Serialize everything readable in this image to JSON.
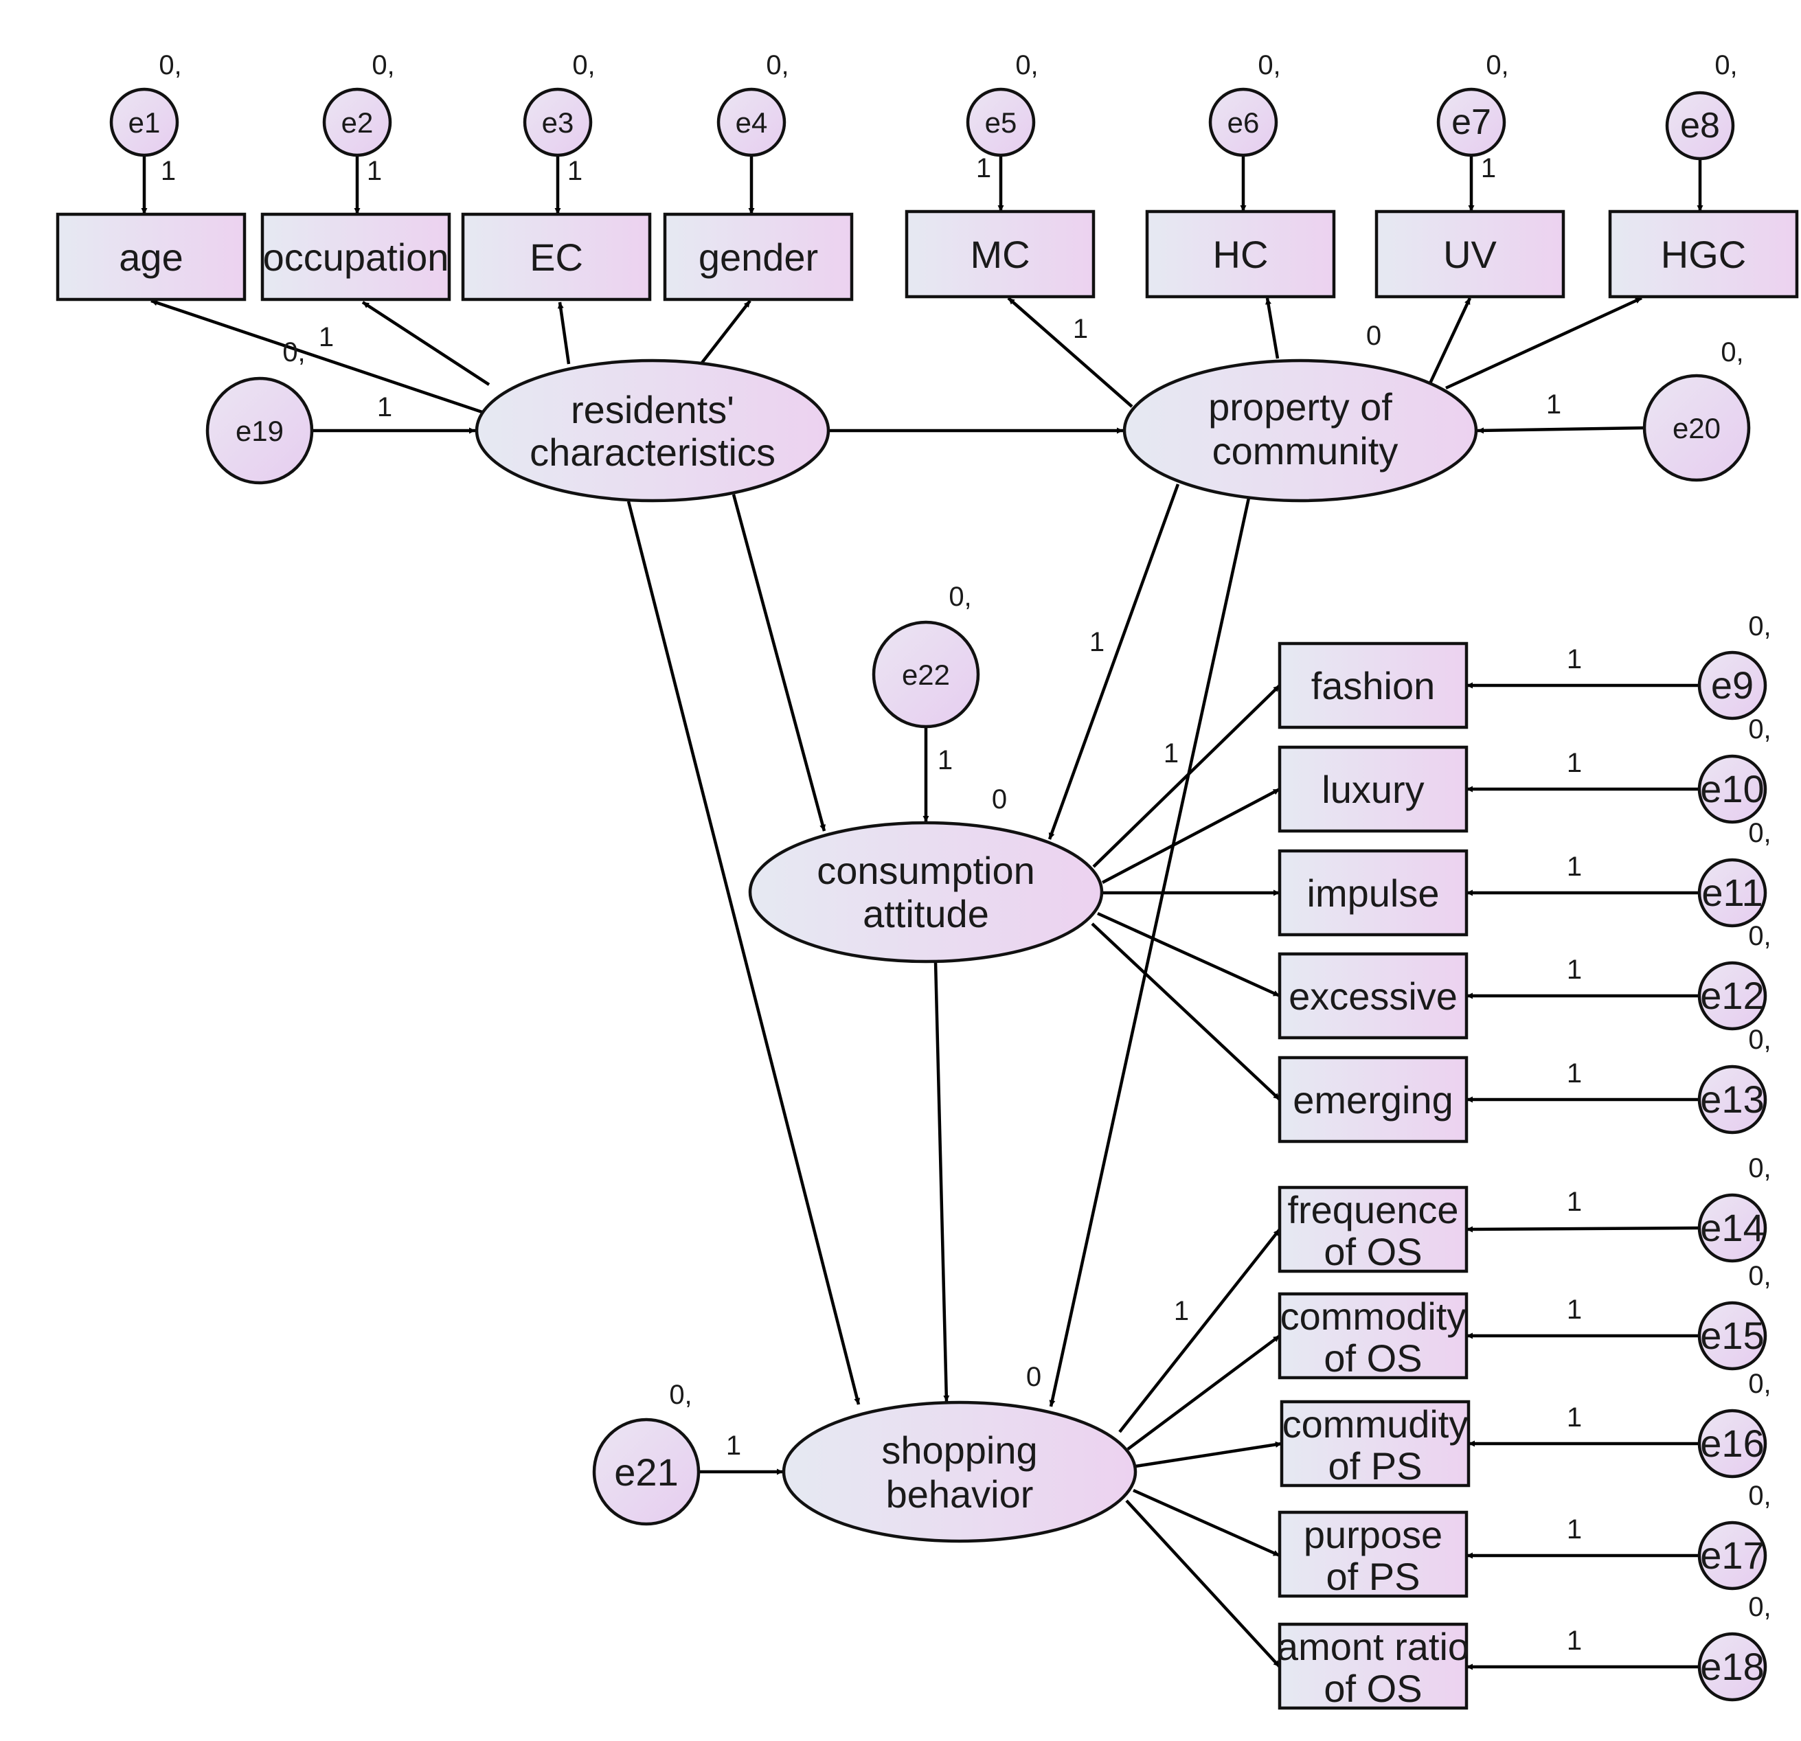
{
  "observed": {
    "age": [
      "age"
    ],
    "occupation": [
      "occupation"
    ],
    "EC": [
      "EC"
    ],
    "gender": [
      "gender"
    ],
    "MC": [
      "MC"
    ],
    "HC": [
      "HC"
    ],
    "UV": [
      "UV"
    ],
    "HGC": [
      "HGC"
    ],
    "fashion": [
      "fashion"
    ],
    "luxury": [
      "luxury"
    ],
    "impulse": [
      "impulse"
    ],
    "excessive": [
      "excessive"
    ],
    "emerging": [
      "emerging"
    ],
    "freqOS": [
      "frequence",
      "of OS"
    ],
    "commOS": [
      "commodity",
      "of OS"
    ],
    "commPS": [
      "commudity",
      "of PS"
    ],
    "purpPS": [
      "purpose",
      "of PS"
    ],
    "amontOS": [
      "amont ratio",
      "of OS"
    ]
  },
  "latent": {
    "residents": [
      "residents'",
      "characteristics"
    ],
    "property": [
      "property of",
      "community"
    ],
    "consumption": [
      "consumption",
      "attitude"
    ],
    "shopping": [
      "shopping",
      "behavior"
    ]
  },
  "errors": {
    "e1": "e1",
    "e2": "e2",
    "e3": "e3",
    "e4": "e4",
    "e5": "e5",
    "e6": "e6",
    "e7": "e7",
    "e8": "e8",
    "e9": "e9",
    "e10": "e10",
    "e11": "e11",
    "e12": "e12",
    "e13": "e13",
    "e14": "e14",
    "e15": "e15",
    "e16": "e16",
    "e17": "e17",
    "e18": "e18",
    "e19": "e19",
    "e20": "e20",
    "e21": "e21",
    "e22": "e22"
  },
  "numbers": {
    "variance": "0,",
    "latent_mean": "0",
    "weight": "1"
  },
  "colors": {
    "fill_left": "#e6e9f2",
    "fill_right": "#ecd2f0",
    "stroke": "#111111"
  }
}
